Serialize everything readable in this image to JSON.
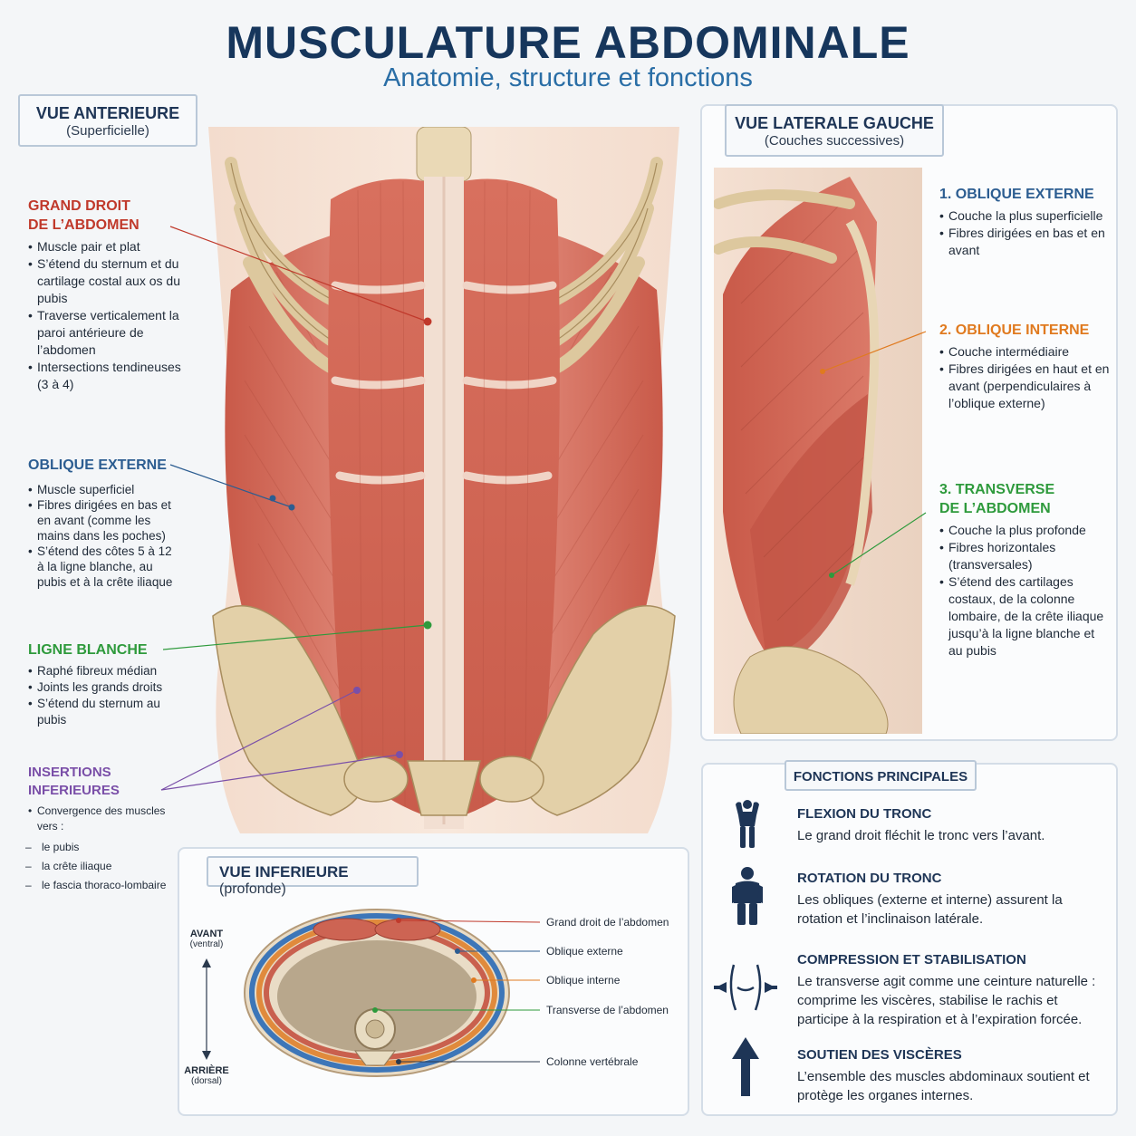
{
  "header": {
    "title": "MUSCULATURE ABDOMINALE",
    "subtitle": "Anatomie, structure et fonctions"
  },
  "anterior_view": {
    "title": "VUE ANTERIEURE",
    "subtitle": "(Superficielle)",
    "annotations": [
      {
        "heading_line1": "GRAND DROIT",
        "heading_line2": "DE L’ABDOMEN",
        "color": "#c0392b",
        "bullets": [
          "Muscle pair et plat",
          "S’étend du sternum et du cartilage costal aux os du pubis",
          "Traverse verticalement la paroi antérieure de l’abdomen",
          "Intersections tendineuses (3 à 4)"
        ]
      },
      {
        "heading_line1": "OBLIQUE EXTERNE",
        "color": "#2c5d91",
        "bullets": [
          "Muscle superficiel",
          "Fibres dirigées en bas et en avant (comme les mains dans les poches)",
          "S’étend des côtes 5 à 12 à la ligne blanche, au pubis et à la crête iliaque"
        ]
      },
      {
        "heading_line1": "LIGNE BLANCHE",
        "color": "#2e9a3c",
        "bullets": [
          "Raphé fibreux médian",
          "Joints les grands droits",
          "S’étend du sternum au pubis"
        ]
      },
      {
        "heading_line1": "INSERTIONS",
        "heading_line2": "INFERIEURES",
        "color": "#7a4fa8",
        "intro": "Convergence des muscles vers :",
        "items": [
          "le pubis",
          "la crête iliaque",
          "le fascia thoraco-lombaire"
        ]
      }
    ]
  },
  "lateral_view": {
    "title": "VUE LATERALE GAUCHE",
    "subtitle": "(Couches successives)",
    "layers": [
      {
        "heading_line1": "1. OBLIQUE EXTERNE",
        "color": "#2c5d91",
        "bullets": [
          "Couche la plus superficielle",
          "Fibres dirigées en bas et en avant"
        ]
      },
      {
        "heading_line1": "2. OBLIQUE INTERNE",
        "color": "#e07a1f",
        "bullets": [
          "Couche intermédiaire",
          "Fibres dirigées en haut et en avant (perpendiculaires à l’oblique externe)"
        ]
      },
      {
        "heading_line1": "3. TRANSVERSE",
        "heading_line2": "DE L’ABDOMEN",
        "color": "#2e9a3c",
        "bullets": [
          "Couche la plus profonde",
          "Fibres horizontales (transversales)",
          "S’étend des cartilages costaux, de la colonne lombaire, de la crête iliaque jusqu’à la ligne blanche et au pubis"
        ]
      }
    ]
  },
  "inferior_view": {
    "title": "VUE INFERIEURE",
    "title_suffix": "(profonde)",
    "axis_top": "AVANT",
    "axis_top_sub": "(ventral)",
    "axis_bottom": "ARRIÈRE",
    "axis_bottom_sub": "(dorsal)",
    "labels": [
      "Grand droit de l’abdomen",
      "Oblique externe",
      "Oblique interne",
      "Transverse de l’abdomen",
      "Colonne vertébrale"
    ]
  },
  "functions": {
    "title": "FONCTIONS PRINCIPALES",
    "items": [
      {
        "icon": "flexion-figure-icon",
        "heading": "FLEXION DU TRONC",
        "text": "Le grand droit fléchit le tronc vers l’avant."
      },
      {
        "icon": "rotation-figure-icon",
        "heading": "ROTATION DU TRONC",
        "text": "Les obliques (externe et interne) assurent la rotation et l’inclinaison latérale."
      },
      {
        "icon": "compression-icon",
        "heading": "COMPRESSION ET STABILISATION",
        "text": "Le transverse agit comme une ceinture naturelle : comprime les viscères, stabilise le rachis et participe à la respiration et à l’expiration forcée."
      },
      {
        "icon": "up-arrow-icon",
        "heading": "SOUTIEN DES VISCÈRES",
        "text": "L’ensemble des muscles abdominaux soutient et protège les organes internes."
      }
    ]
  },
  "colors": {
    "muscle": "#d9705f",
    "muscle_dark": "#b84f42",
    "bone": "#e6d6b4",
    "navy": "#16365c",
    "accent_blue": "#2a6ea6"
  }
}
